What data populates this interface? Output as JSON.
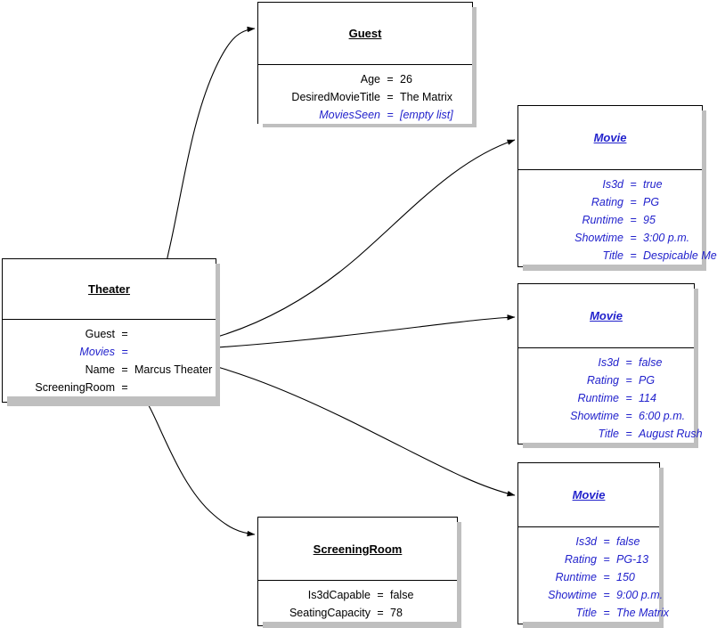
{
  "diagram": {
    "title": "Object Diagram",
    "colors": {
      "reference": "#2222cc",
      "text": "#000000",
      "line": "#000000",
      "shadow": "#bfbfbf",
      "background": "#ffffff"
    },
    "equals_sign": "="
  },
  "objects": {
    "theater": {
      "title": "Theater",
      "title_style": "plain",
      "attributes": [
        {
          "name": "Guest",
          "value": "",
          "style": "plain"
        },
        {
          "name": "Movies",
          "value": "",
          "style": "ref"
        },
        {
          "name": "Name",
          "value": "Marcus Theater",
          "style": "plain"
        },
        {
          "name": "ScreeningRoom",
          "value": "",
          "style": "plain"
        }
      ]
    },
    "guest": {
      "title": "Guest",
      "title_style": "plain",
      "attributes": [
        {
          "name": "Age",
          "value": "26",
          "style": "plain"
        },
        {
          "name": "DesiredMovieTitle",
          "value": "The Matrix",
          "style": "plain"
        },
        {
          "name": "MoviesSeen",
          "value": "[empty list]",
          "style": "ref"
        }
      ]
    },
    "movies": [
      {
        "title": "Movie",
        "title_style": "link",
        "attributes": [
          {
            "name": "Is3d",
            "value": "true",
            "style": "ref"
          },
          {
            "name": "Rating",
            "value": "PG",
            "style": "ref"
          },
          {
            "name": "Runtime",
            "value": "95",
            "style": "ref"
          },
          {
            "name": "Showtime",
            "value": "3:00 p.m.",
            "style": "ref"
          },
          {
            "name": "Title",
            "value": "Despicable Me",
            "style": "ref"
          }
        ]
      },
      {
        "title": "Movie",
        "title_style": "link",
        "attributes": [
          {
            "name": "Is3d",
            "value": "false",
            "style": "ref"
          },
          {
            "name": "Rating",
            "value": "PG",
            "style": "ref"
          },
          {
            "name": "Runtime",
            "value": "114",
            "style": "ref"
          },
          {
            "name": "Showtime",
            "value": "6:00 p.m.",
            "style": "ref"
          },
          {
            "name": "Title",
            "value": "August Rush",
            "style": "ref"
          }
        ]
      },
      {
        "title": "Movie",
        "title_style": "link",
        "attributes": [
          {
            "name": "Is3d",
            "value": "false",
            "style": "ref"
          },
          {
            "name": "Rating",
            "value": "PG-13",
            "style": "ref"
          },
          {
            "name": "Runtime",
            "value": "150",
            "style": "ref"
          },
          {
            "name": "Showtime",
            "value": "9:00 p.m.",
            "style": "ref"
          },
          {
            "name": "Title",
            "value": "The Matrix",
            "style": "ref"
          }
        ]
      }
    ],
    "screeningroom": {
      "title": "ScreeningRoom",
      "title_style": "plain",
      "attributes": [
        {
          "name": "Is3dCapable",
          "value": "false",
          "style": "plain"
        },
        {
          "name": "SeatingCapacity",
          "value": "78",
          "style": "plain"
        }
      ]
    }
  },
  "links": [
    {
      "from": "theater.Guest",
      "to": "guest"
    },
    {
      "from": "theater.Movies",
      "to": "movies.0"
    },
    {
      "from": "theater.Movies",
      "to": "movies.1"
    },
    {
      "from": "theater.Movies",
      "to": "movies.2"
    },
    {
      "from": "theater.ScreeningRoom",
      "to": "screeningroom"
    }
  ]
}
